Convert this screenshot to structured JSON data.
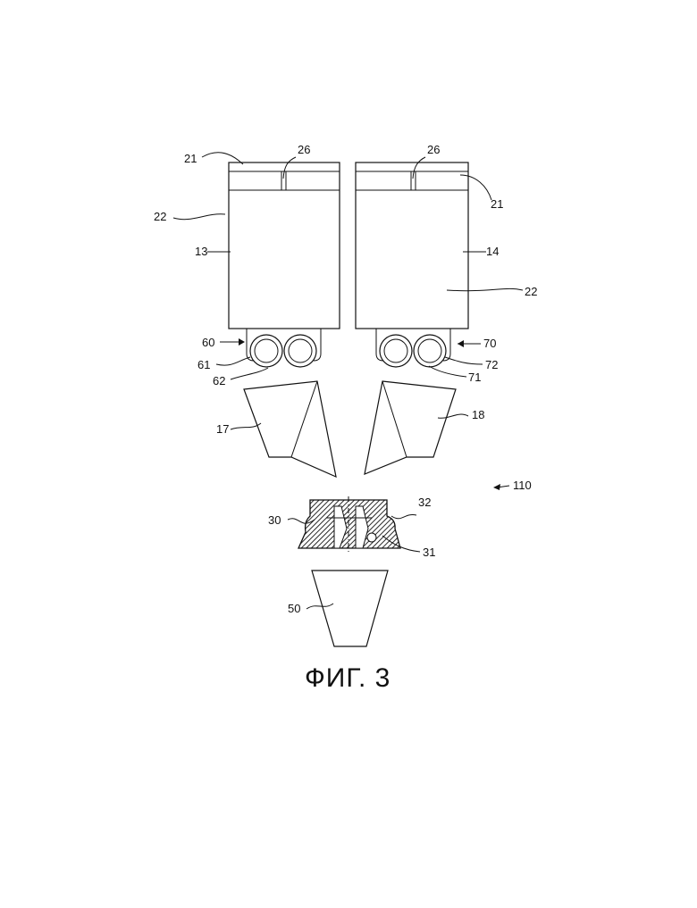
{
  "figure": {
    "caption": "ФИГ. 3",
    "assembly_ref": "110",
    "containers": {
      "left": {
        "ref": "13",
        "lid": "21",
        "slot": "26",
        "body": "22"
      },
      "right": {
        "ref": "14",
        "lid": "21",
        "slot": "26",
        "body": "22"
      }
    },
    "roller_units": {
      "left": {
        "ref": "60",
        "roller_a": "61",
        "roller_b": "62"
      },
      "right": {
        "ref": "70",
        "roller_a": "72",
        "roller_b": "71"
      }
    },
    "chutes": {
      "left": "17",
      "right": "18"
    },
    "mixer": {
      "ref": "30",
      "part_a": "31",
      "part_b": "32"
    },
    "funnel": "50"
  }
}
